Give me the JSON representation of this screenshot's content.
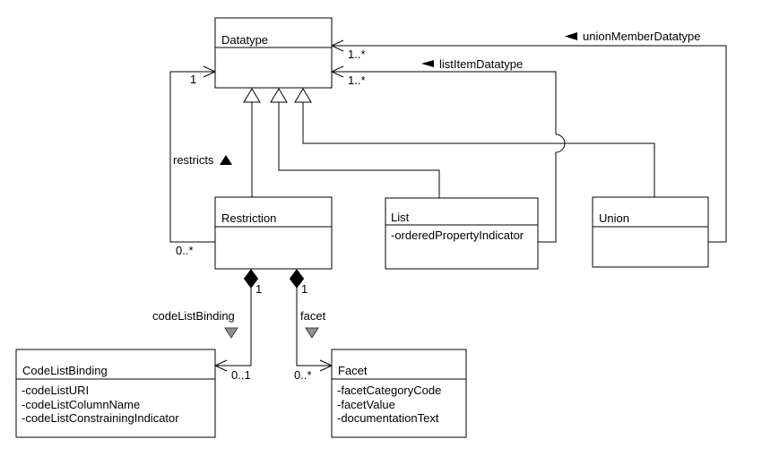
{
  "diagram": {
    "type": "uml-class-diagram",
    "colors": {
      "background": "#ffffff",
      "line": "#000000",
      "text": "#000000",
      "direction_indicator_gray": "#909090"
    },
    "classes": {
      "datatype": {
        "name": "Datatype",
        "attributes": []
      },
      "restriction": {
        "name": "Restriction",
        "attributes": []
      },
      "list": {
        "name": "List",
        "attributes": [
          "-orderedPropertyIndicator"
        ]
      },
      "union": {
        "name": "Union",
        "attributes": []
      },
      "codeListBinding": {
        "name": "CodeListBinding",
        "attributes": [
          "-codeListURI",
          "-codeListColumnName",
          "-codeListConstrainingIndicator"
        ]
      },
      "facet": {
        "name": "Facet",
        "attributes": [
          "-facetCategoryCode",
          "-facetValue",
          "-documentationText"
        ]
      }
    },
    "associations": {
      "unionMemberDatatype": {
        "label": "unionMemberDatatype",
        "direction_marker": "◄",
        "end_multiplicity": "1..*"
      },
      "listItemDatatype": {
        "label": "listItemDatatype",
        "direction_marker": "◄",
        "end_multiplicity": "1..*"
      },
      "restricts": {
        "label": "restricts",
        "direction_marker": "▲",
        "start_multiplicity": "0..*",
        "end_multiplicity": "1"
      },
      "codeListBinding": {
        "label": "codeListBinding",
        "direction_marker": "▼",
        "aggregation": "composite",
        "start_multiplicity": "1",
        "end_multiplicity": "0..1"
      },
      "facet": {
        "label": "facet",
        "direction_marker": "▼",
        "aggregation": "composite",
        "start_multiplicity": "1",
        "end_multiplicity": "0..*"
      }
    },
    "generalizations": [
      {
        "from": "Restriction",
        "to": "Datatype"
      },
      {
        "from": "List",
        "to": "Datatype"
      },
      {
        "from": "Union",
        "to": "Datatype"
      }
    ]
  }
}
